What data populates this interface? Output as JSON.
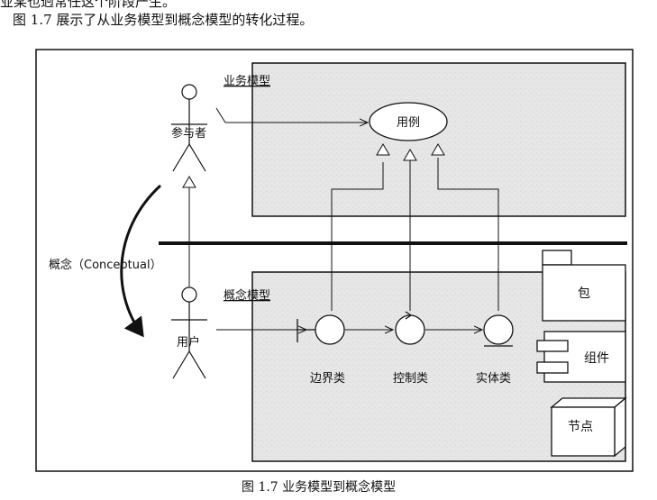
{
  "text": {
    "top_partial": "业某也迥常任这个阶段产生。",
    "intro": "图 1.7 展示了从业务模型到概念模型的转化过程。",
    "caption": "图 1.7    业务模型到概念模型"
  },
  "diagram": {
    "business_model_label": "业务模型",
    "concept_model_label": "概念模型",
    "actor_label": "参与者",
    "user_label": "用户",
    "usecase_label": "用例",
    "conceptual_label": "概念（Conceptual）",
    "boundary_label": "边界类",
    "control_label": "控制类",
    "entity_label": "实体类",
    "package_label": "包",
    "component_label": "组件",
    "node_label": "节点"
  }
}
